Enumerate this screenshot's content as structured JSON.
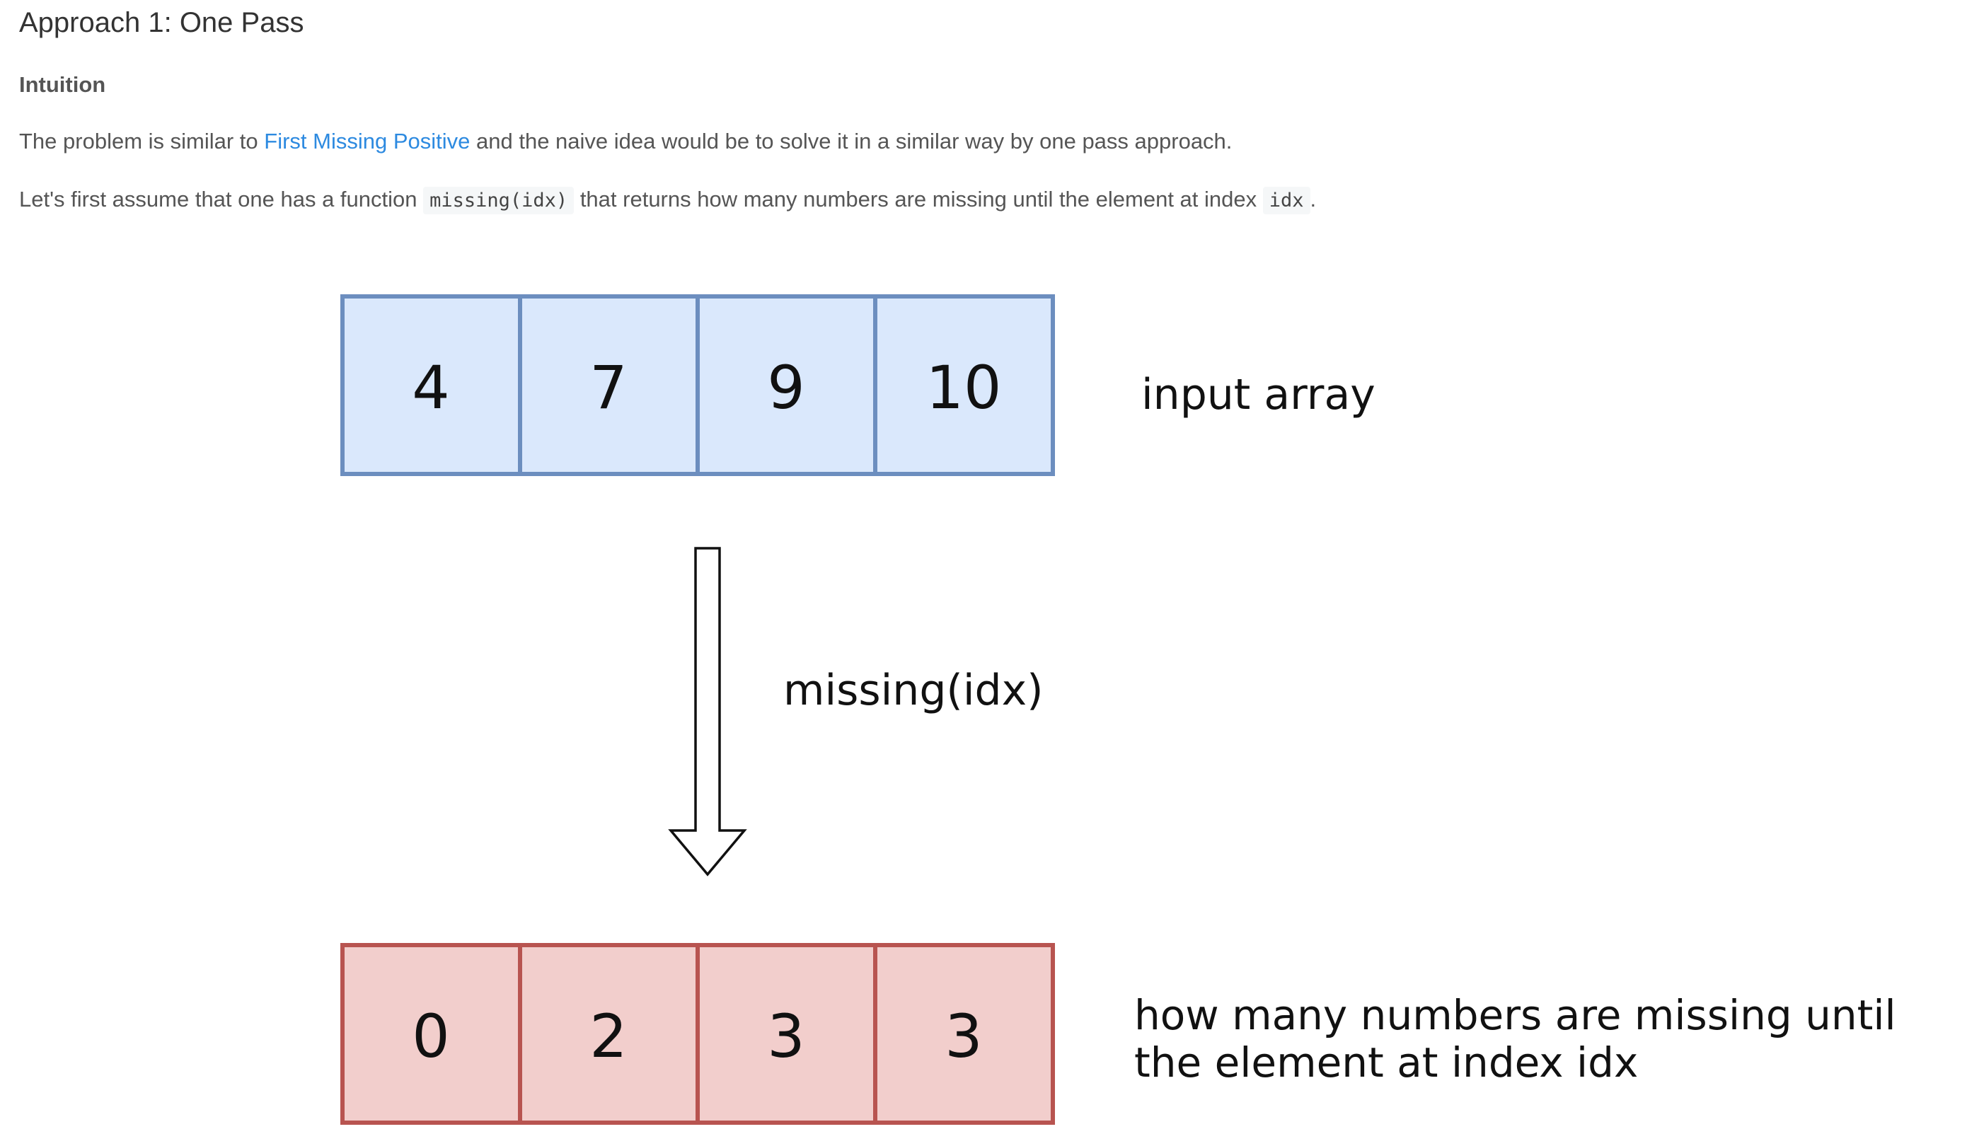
{
  "article": {
    "title": "Approach 1: One Pass",
    "subheading": "Intuition",
    "para1": {
      "before": "The problem is similar to ",
      "link_text": "First Missing Positive",
      "after": " and the naive idea would be to solve it in a similar way by one pass approach."
    },
    "para2": {
      "before": "Let's first assume that one has a function ",
      "code1": "missing(idx)",
      "middle": " that returns how many numbers are missing until the element at index ",
      "code2": "idx",
      "after": "."
    }
  },
  "diagram": {
    "input_cells": [
      "4",
      "7",
      "9",
      "10"
    ],
    "input_label": "input array",
    "arrow_label": "missing(idx)",
    "output_cells": [
      "0",
      "2",
      "3",
      "3"
    ],
    "output_label_line1": "how many numbers are missing until",
    "output_label_line2": "the element at index idx",
    "colors": {
      "input_fill": "#dae8fc",
      "input_stroke": "#6c8ebf",
      "output_fill": "#f2cecc",
      "output_stroke": "#b85450",
      "link": "#2d8ae0"
    }
  }
}
